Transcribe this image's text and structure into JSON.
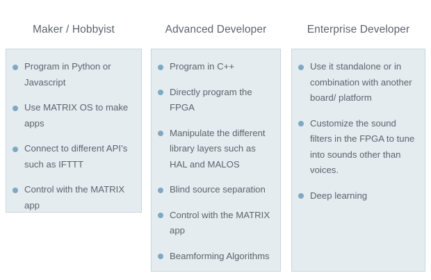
{
  "page": {
    "background_color": "#ffffff",
    "panel_background_color": "#e5ecef",
    "panel_border_color": "#c6d6dd",
    "bullet_color": "#7fa8c4",
    "text_color": "#5b646e"
  },
  "columns": [
    {
      "title": "Maker / Hobbyist",
      "items": [
        "Program in Python or Javascript",
        "Use MATRIX OS to make apps",
        "Connect to different API’s such as IFTTT",
        "Control with the MATRIX app"
      ]
    },
    {
      "title": "Advanced Developer",
      "items": [
        "Program in C++",
        "Directly program the FPGA",
        "Manipulate the different library layers such as HAL and MALOS",
        "Blind source separation",
        "Control with the MATRIX app",
        "Beamforming Algorithms"
      ]
    },
    {
      "title": "Enterprise Developer",
      "items": [
        "Use it standalone or in combination with another board/ platform",
        "Customize the sound filters in the FPGA to tune into sounds other than voices.",
        "Deep learning"
      ]
    }
  ]
}
